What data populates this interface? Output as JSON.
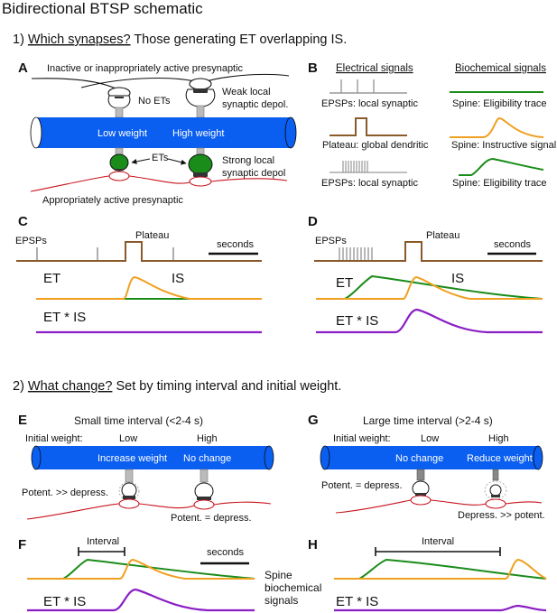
{
  "figure": {
    "title": "Bidirectional BTSP schematic",
    "section1": {
      "number": "1) ",
      "question": "Which synapses?",
      "statement": " Those generating ET overlapping IS."
    },
    "section2": {
      "number": "2) ",
      "question": "What change?",
      "statement": "  Set by timing interval and initial weight."
    }
  },
  "panel_a": {
    "letter": "A",
    "top_label": "Inactive or inappropriately active presynaptic",
    "no_ets": "No ETs",
    "weak_depol": [
      "Weak local",
      "synaptic depol."
    ],
    "low_weight": "Low weight",
    "high_weight": "High weight",
    "ets": "ETs",
    "strong_depol": [
      "Strong local",
      "synaptic depol"
    ],
    "bottom_label": "Appropriately active presynaptic"
  },
  "panel_b": {
    "letter": "B",
    "electrical_header": "Electrical signals",
    "biochemical_header": "Biochemical signals",
    "rows": [
      {
        "electrical": "EPSPs: local synaptic",
        "biochemical": "Spine: Eligibility trace"
      },
      {
        "electrical": "Plateau: global dendritic",
        "biochemical": "Spine: Instructive signal"
      },
      {
        "electrical": "EPSPs: local synaptic",
        "biochemical": "Spine: Eligibility trace"
      }
    ]
  },
  "panel_c": {
    "letter": "C",
    "epsps": "EPSPs",
    "plateau": "Plateau",
    "seconds": "seconds",
    "et": "ET",
    "is": "IS",
    "product": "ET * IS"
  },
  "panel_d": {
    "letter": "D",
    "epsps": "EPSPs",
    "plateau": "Plateau",
    "seconds": "seconds",
    "et": "ET",
    "is": "IS",
    "product": "ET * IS"
  },
  "panel_e": {
    "letter": "E",
    "title": "Small time interval (<2-4 s)",
    "initial_weight": "Initial weight:",
    "low": "Low",
    "high": "High",
    "left_change": "Increase weight",
    "right_change": "No change",
    "left_rule": "Potent. >> depress.",
    "right_rule": "Potent. = depress."
  },
  "panel_g": {
    "letter": "G",
    "title": "Large time interval (>2-4 s)",
    "initial_weight": "Initial weight:",
    "low": "Low",
    "high": "High",
    "left_change": "No change",
    "right_change": "Reduce weight",
    "left_rule": "Potent. = depress.",
    "right_rule": "Depress. >> potent."
  },
  "panel_f": {
    "letter": "F",
    "interval": "Interval",
    "seconds": "seconds",
    "product": "ET * IS",
    "side_label": [
      "Spine",
      "biochemical",
      "signals"
    ]
  },
  "panel_h": {
    "letter": "H",
    "interval": "Interval",
    "product": "ET * IS"
  },
  "colors": {
    "dendrite": "#0b5ff0",
    "eligibility_trace": "#1a8c1a",
    "instructive_signal": "#f0a020",
    "product": "#8a1fc4",
    "plateau": "#8b5a2b",
    "epsp": "#999999",
    "presynaptic_active": "#c8141e",
    "spine_neck": "#bbbbbb",
    "psd": "#333333"
  }
}
